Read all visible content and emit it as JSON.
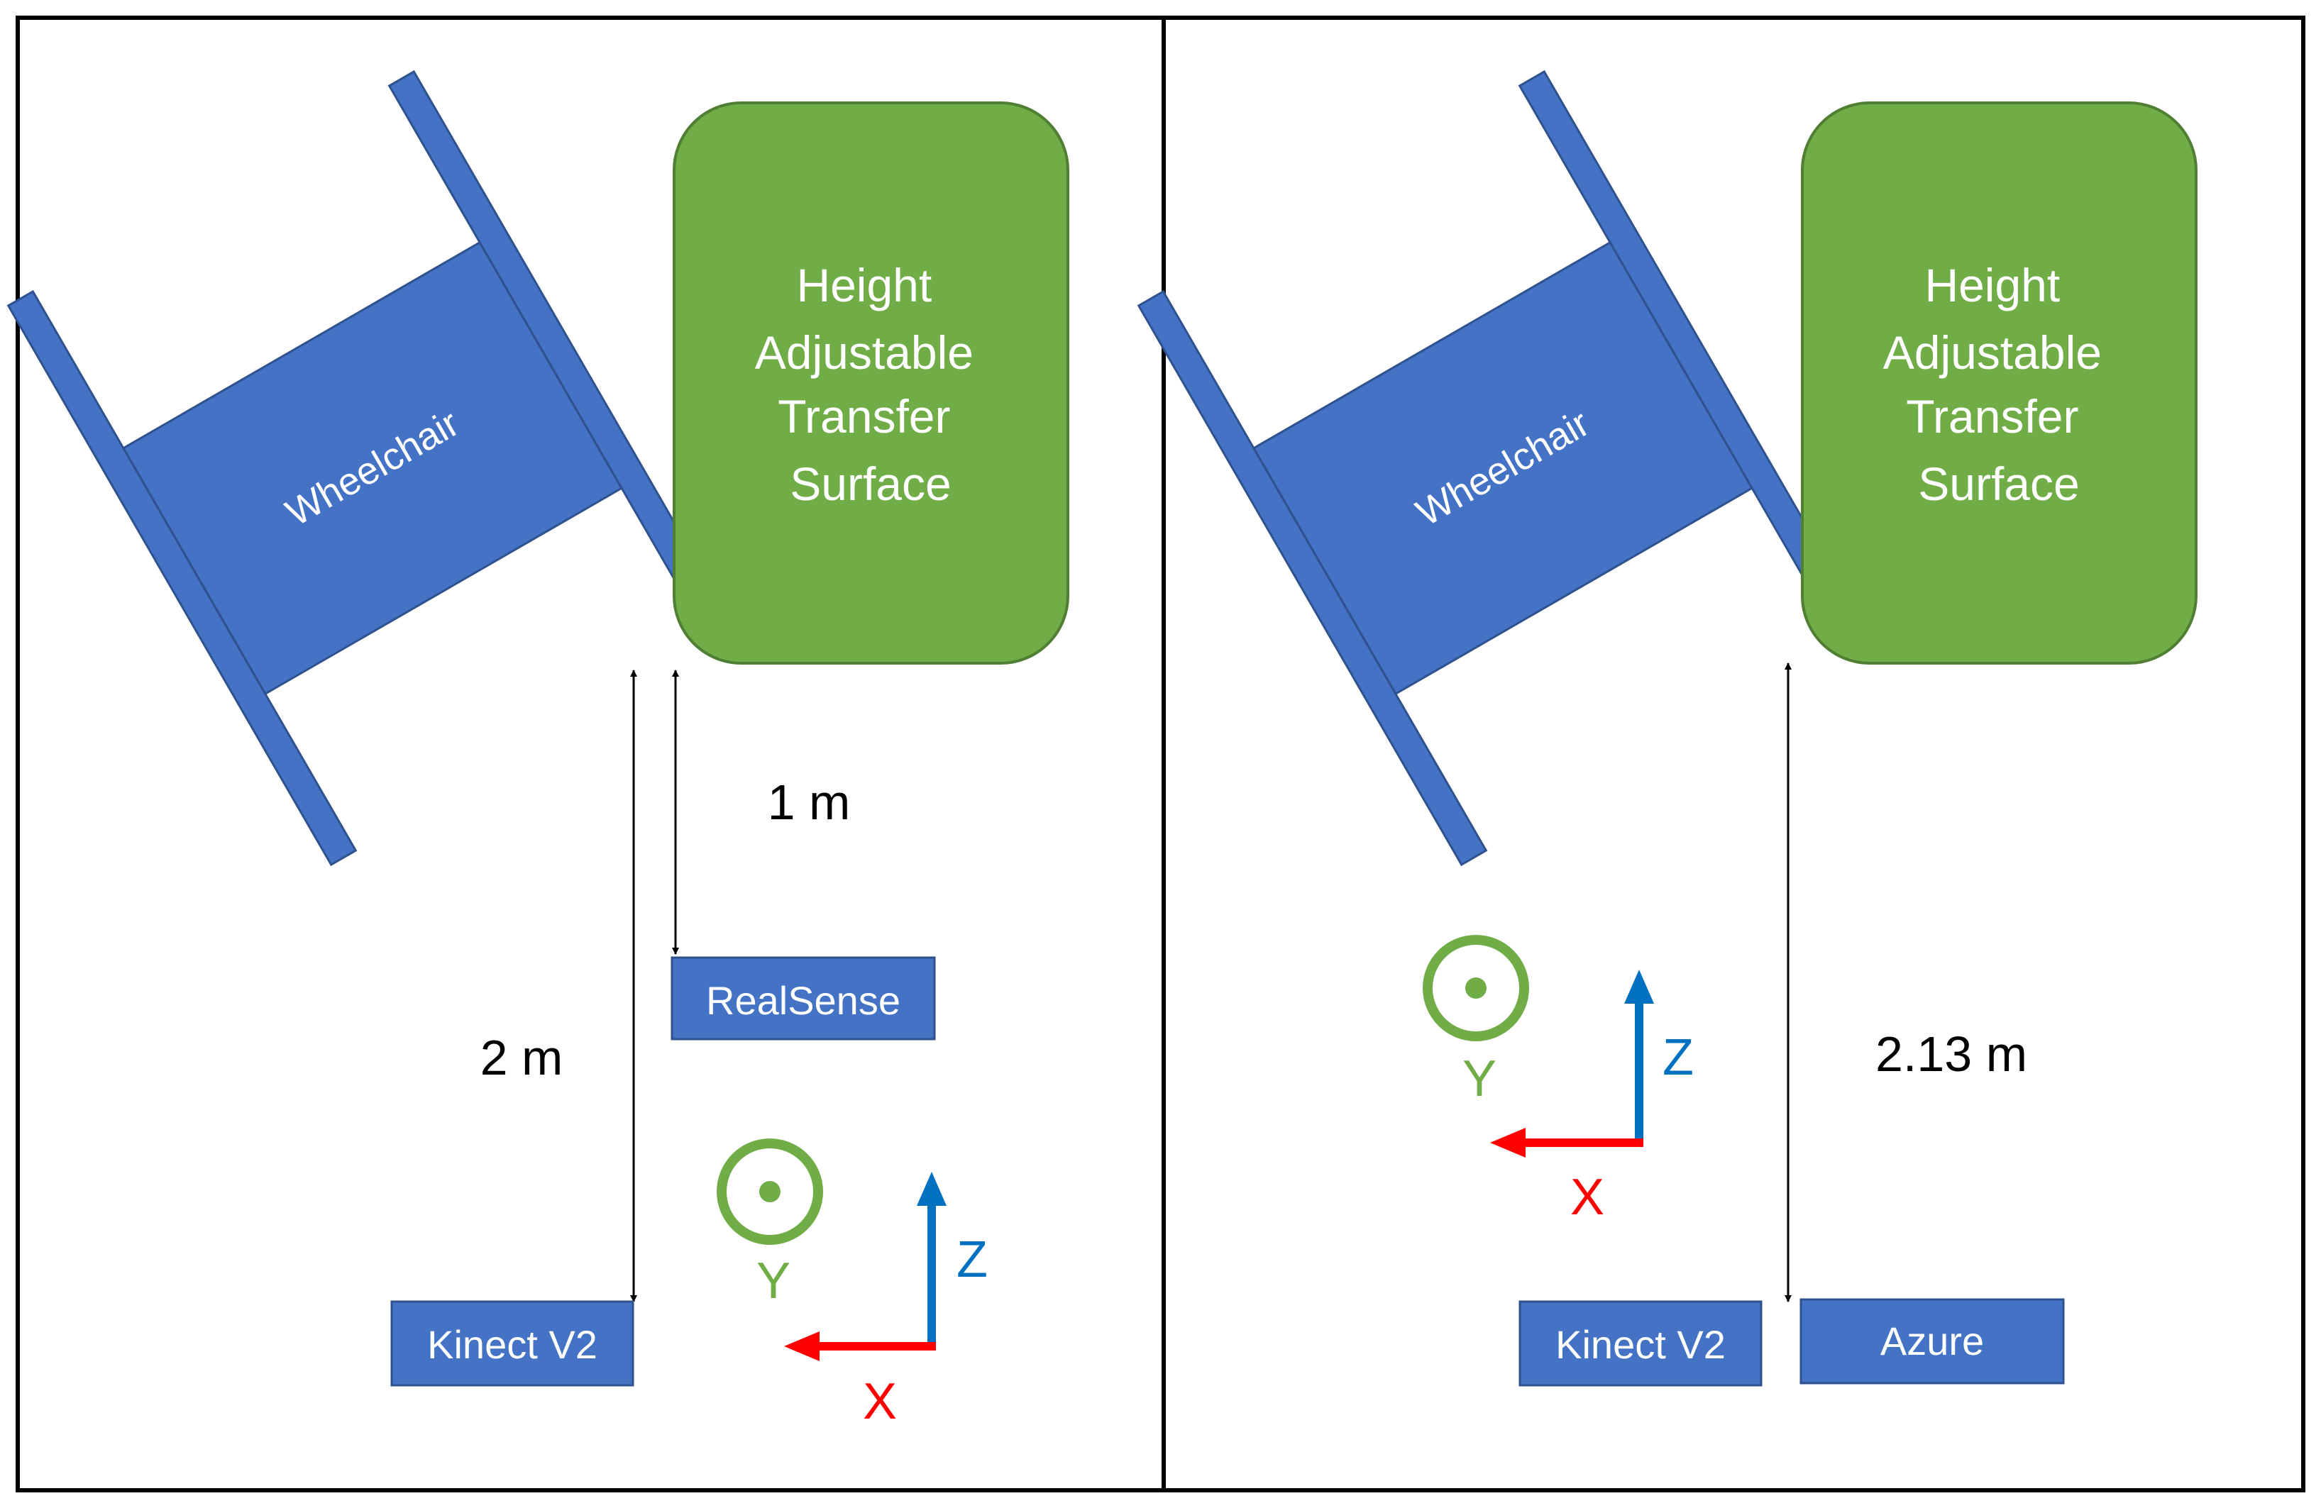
{
  "colors": {
    "device_blue": "#4472C4",
    "device_border": "#2F528F",
    "surface_green": "#70AD47",
    "surface_border": "#507E32",
    "axis_x": "#FF0000",
    "axis_y": "#70AD47",
    "axis_z": "#0070C0",
    "frame": "#000000"
  },
  "left_panel": {
    "wheelchair_label": "Wheelchair",
    "surface_label": [
      "Height",
      "Adjustable",
      "Transfer",
      "Surface"
    ],
    "realsense_label": "RealSense",
    "kinect_label": "Kinect V2",
    "distance_realsense": "1 m",
    "distance_kinect": "2 m",
    "axes": {
      "x": "X",
      "y": "Y",
      "z": "Z"
    }
  },
  "right_panel": {
    "wheelchair_label": "Wheelchair",
    "surface_label": [
      "Height",
      "Adjustable",
      "Transfer",
      "Surface"
    ],
    "kinect_label": "Kinect V2",
    "azure_label": "Azure",
    "distance_azure": "2.13 m",
    "axes": {
      "x": "X",
      "y": "Y",
      "z": "Z"
    }
  }
}
